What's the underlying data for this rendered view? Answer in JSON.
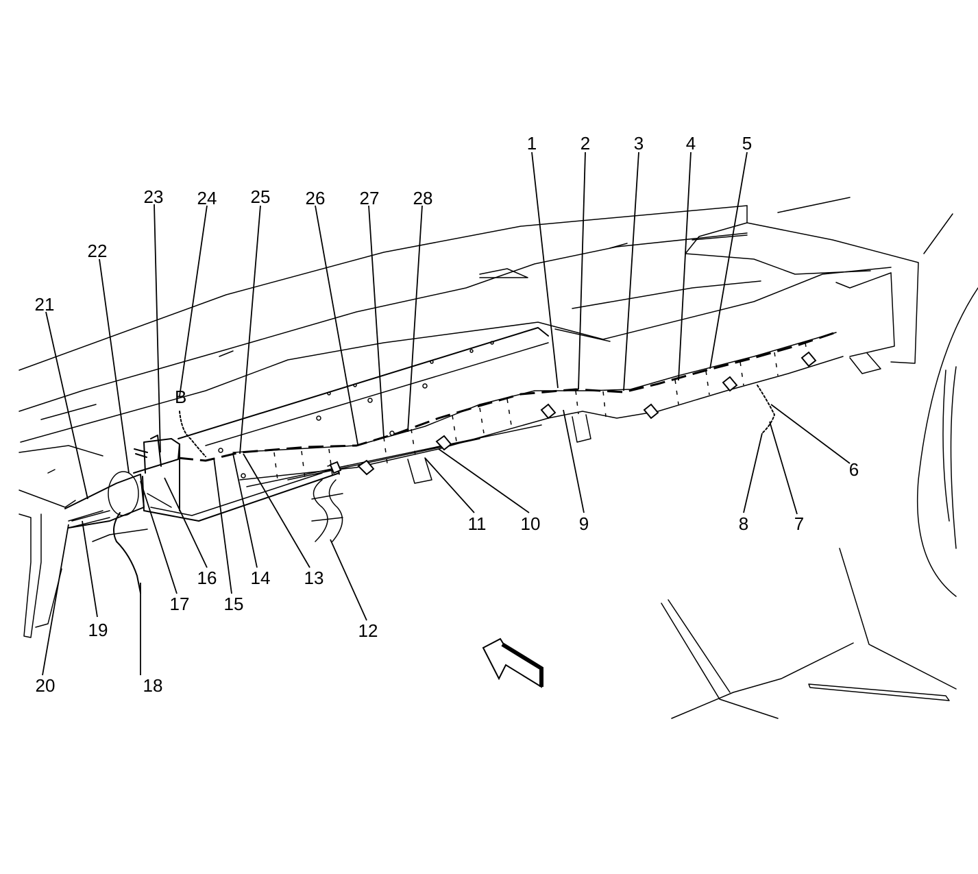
{
  "diagram": {
    "callouts": [
      {
        "id": "1",
        "label": "1"
      },
      {
        "id": "2",
        "label": "2"
      },
      {
        "id": "3",
        "label": "3"
      },
      {
        "id": "4",
        "label": "4"
      },
      {
        "id": "5",
        "label": "5"
      },
      {
        "id": "6",
        "label": "6"
      },
      {
        "id": "7",
        "label": "7"
      },
      {
        "id": "8",
        "label": "8"
      },
      {
        "id": "9",
        "label": "9"
      },
      {
        "id": "10",
        "label": "10"
      },
      {
        "id": "11",
        "label": "11"
      },
      {
        "id": "12",
        "label": "12"
      },
      {
        "id": "13",
        "label": "13"
      },
      {
        "id": "14",
        "label": "14"
      },
      {
        "id": "15",
        "label": "15"
      },
      {
        "id": "16",
        "label": "16"
      },
      {
        "id": "17",
        "label": "17"
      },
      {
        "id": "18",
        "label": "18"
      },
      {
        "id": "19",
        "label": "19"
      },
      {
        "id": "20",
        "label": "20"
      },
      {
        "id": "21",
        "label": "21"
      },
      {
        "id": "22",
        "label": "22"
      },
      {
        "id": "23",
        "label": "23"
      },
      {
        "id": "24",
        "label": "24"
      },
      {
        "id": "25",
        "label": "25"
      },
      {
        "id": "26",
        "label": "26"
      },
      {
        "id": "27",
        "label": "27"
      },
      {
        "id": "28",
        "label": "28"
      }
    ],
    "connector_mark": "B",
    "direction_arrow": "front-direction-arrow-icon"
  }
}
